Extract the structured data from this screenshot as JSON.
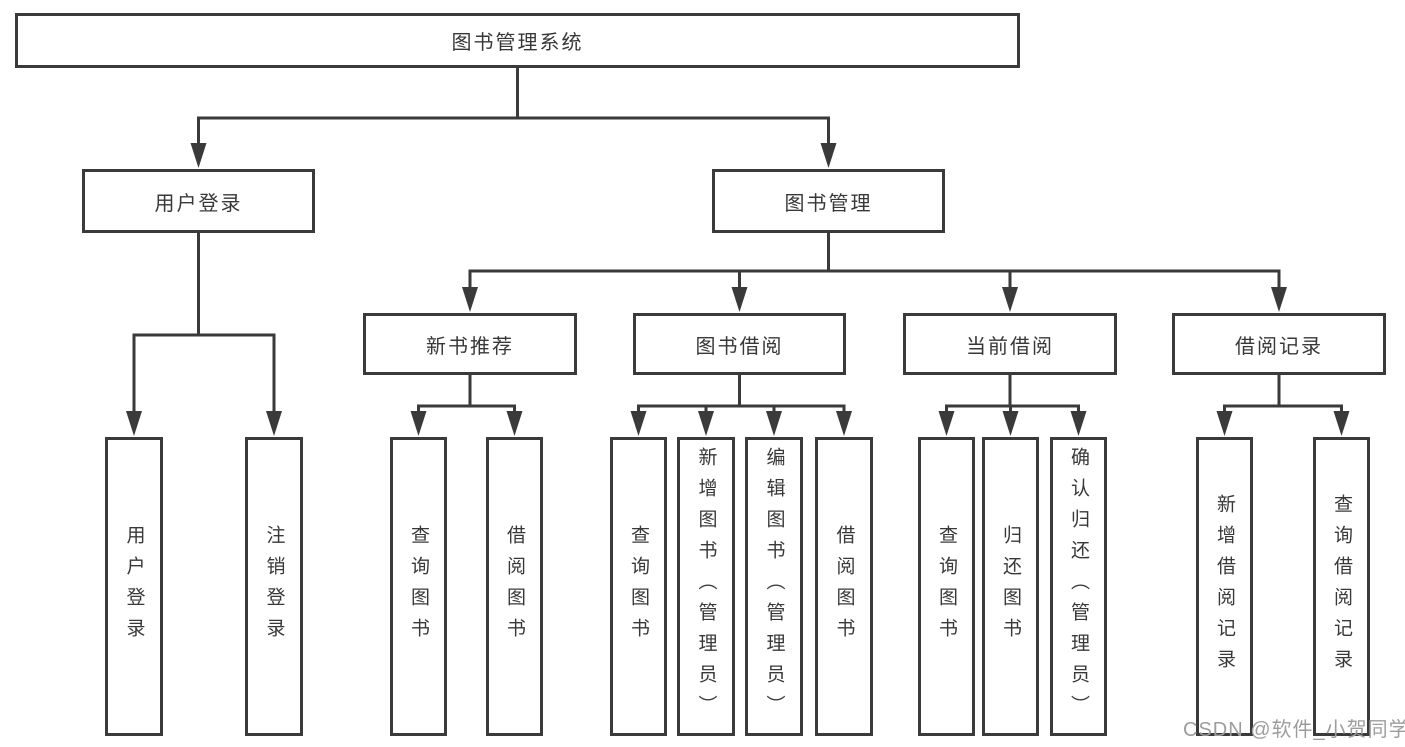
{
  "diagram": {
    "title": "图书管理系统",
    "kind": "hierarchy-diagram"
  },
  "colors": {
    "line": "#3a3a3a",
    "box_border": "#3a3a3a",
    "box_fill": "#ffffff",
    "text": "#383838",
    "watermark": "#9d9d9d",
    "background": "#ffffff"
  },
  "nodes": [
    {
      "id": "root",
      "label": "图书管理系统"
    },
    {
      "id": "user-login-group",
      "label": "用户登录"
    },
    {
      "id": "book-management",
      "label": "图书管理"
    },
    {
      "id": "new-book-recommend",
      "label": "新书推荐"
    },
    {
      "id": "book-borrow",
      "label": "图书借阅"
    },
    {
      "id": "current-borrow",
      "label": "当前借阅"
    },
    {
      "id": "borrow-record",
      "label": "借阅记录"
    },
    {
      "id": "user-login",
      "label": "用户登录"
    },
    {
      "id": "logout-login",
      "label": "注销登录"
    },
    {
      "id": "query-books-recommend",
      "label": "查询图书"
    },
    {
      "id": "borrow-books-recommend",
      "label": "借阅图书"
    },
    {
      "id": "query-books-borrow",
      "label": "查询图书"
    },
    {
      "id": "add-books-admin",
      "label": "新增图书（管理员）"
    },
    {
      "id": "edit-books-admin",
      "label": "编辑图书（管理员）"
    },
    {
      "id": "borrow-books",
      "label": "借阅图书"
    },
    {
      "id": "query-books-current",
      "label": "查询图书"
    },
    {
      "id": "return-books",
      "label": "归还图书"
    },
    {
      "id": "confirm-return-admin",
      "label": "确认归还（管理员）"
    },
    {
      "id": "add-borrow-record",
      "label": "新增借阅记录"
    },
    {
      "id": "query-borrow-record",
      "label": "查询借阅记录"
    }
  ],
  "edges": [
    {
      "from": 0,
      "to": [
        1,
        2
      ]
    },
    {
      "from": 1,
      "to": [
        7,
        8
      ]
    },
    {
      "from": 2,
      "to": [
        3,
        4,
        5,
        6
      ]
    },
    {
      "from": 3,
      "to": [
        9,
        10
      ]
    },
    {
      "from": 4,
      "to": [
        11,
        12,
        13,
        14
      ]
    },
    {
      "from": 5,
      "to": [
        15,
        16,
        17
      ]
    },
    {
      "from": 6,
      "to": [
        18,
        19
      ]
    }
  ],
  "watermark": {
    "text": "CSDN @软件_小贺同学"
  }
}
